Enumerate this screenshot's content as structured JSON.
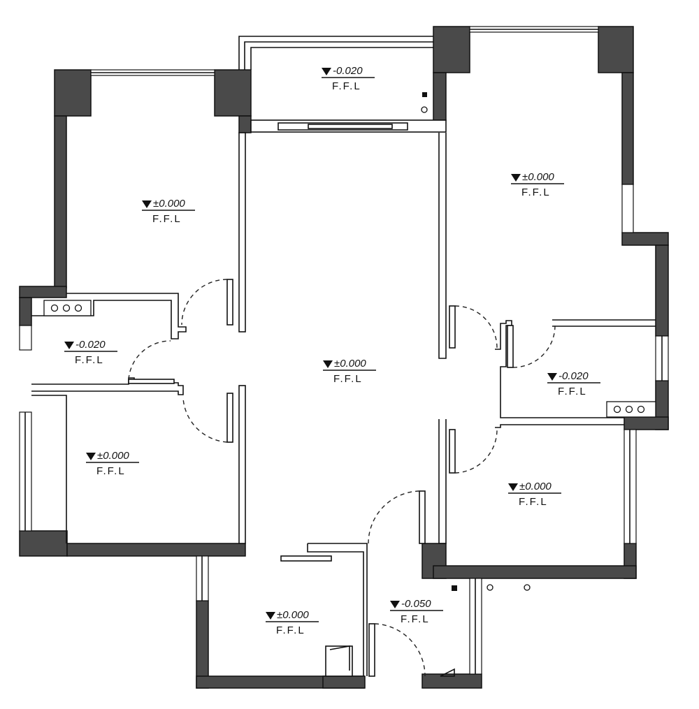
{
  "floor_plan": {
    "level_marks": [
      {
        "id": "balcony-top",
        "level": "-0.020",
        "label": "F.F.L"
      },
      {
        "id": "bedroom-left-top",
        "level": "±0.000",
        "label": "F.F.L"
      },
      {
        "id": "bedroom-right-top",
        "level": "±0.000",
        "label": "F.F.L"
      },
      {
        "id": "bathroom-left",
        "level": "-0.020",
        "label": "F.F.L"
      },
      {
        "id": "living-room",
        "level": "±0.000",
        "label": "F.F.L"
      },
      {
        "id": "bathroom-right",
        "level": "-0.020",
        "label": "F.F.L"
      },
      {
        "id": "bedroom-left-bottom",
        "level": "±0.000",
        "label": "F.F.L"
      },
      {
        "id": "bedroom-right-bottom",
        "level": "±0.000",
        "label": "F.F.L"
      },
      {
        "id": "kitchen",
        "level": "±0.000",
        "label": "F.F.L"
      },
      {
        "id": "entry",
        "level": "-0.050",
        "label": "F.F.L"
      }
    ]
  }
}
